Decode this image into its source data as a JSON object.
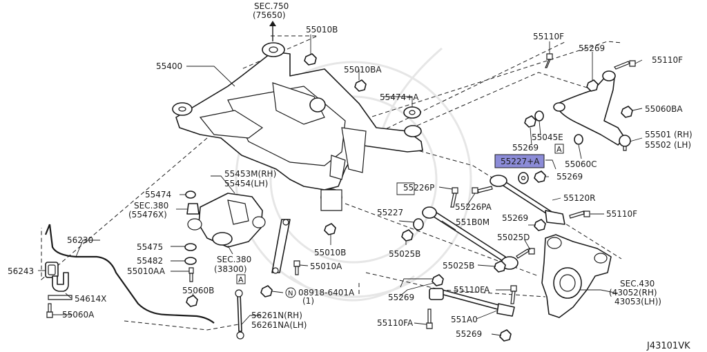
{
  "diagram_code": "J43101VK",
  "highlight_color": "#8c8cd8",
  "labels": {
    "sec750": "SEC.750",
    "sec750_ref": "(75650)",
    "p55010b_top": "55010B",
    "p55010ba": "55010BA",
    "p55400": "55400",
    "p55474a": "55474+A",
    "p55110f_top": "55110F",
    "p55269_top": "55269",
    "p55110f_right": "55110F",
    "p55060ba": "55060BA",
    "p55045e": "55045E",
    "p55501": "55501 (RH)",
    "p55502": "55502 (LH)",
    "p55269_mid": "55269",
    "p55227a": "55227+A",
    "p55060c": "55060C",
    "p55269_r": "55269",
    "p55453m": "55453M(RH)",
    "p55454": "55454(LH)",
    "p55226p": "55226P",
    "p55120r": "55120R",
    "p55474": "55474",
    "sec380a": "SEC.380",
    "sec380a_ref": "(55476X)",
    "p55226pa": "55226PA",
    "p55227": "55227",
    "p551b0m": "551B0M",
    "p55269_c": "55269",
    "p55110f_c": "55110F",
    "p56230": "56230",
    "p55475": "55475",
    "p55482": "55482",
    "sec380b": "SEC.380",
    "sec380b_ref": "(38300)",
    "p55010b_mid": "55010B",
    "p55025b_a": "55025B",
    "p55025d": "55025D",
    "p56243": "56243",
    "p55010aa": "55010AA",
    "p55010a": "55010A",
    "p55025b_b": "55025B",
    "p54614x": "54614X",
    "p55060b": "55060B",
    "nut_code": "08918-6401A",
    "nut_qty": "(1)",
    "nut_badge": "N",
    "p55269_bl": "55269",
    "p55110fa": "55110FA",
    "sec430": "SEC.430",
    "sec430_rh": "(43052(RH)",
    "sec430_lh": "43053(LH))",
    "p55060a": "55060A",
    "p56261n": "56261N(RH)",
    "p56261na": "56261NA(LH)",
    "p55110fa_b": "55110FA",
    "p551a0": "551A0",
    "p55269_bot": "55269",
    "marker_a": "A"
  }
}
